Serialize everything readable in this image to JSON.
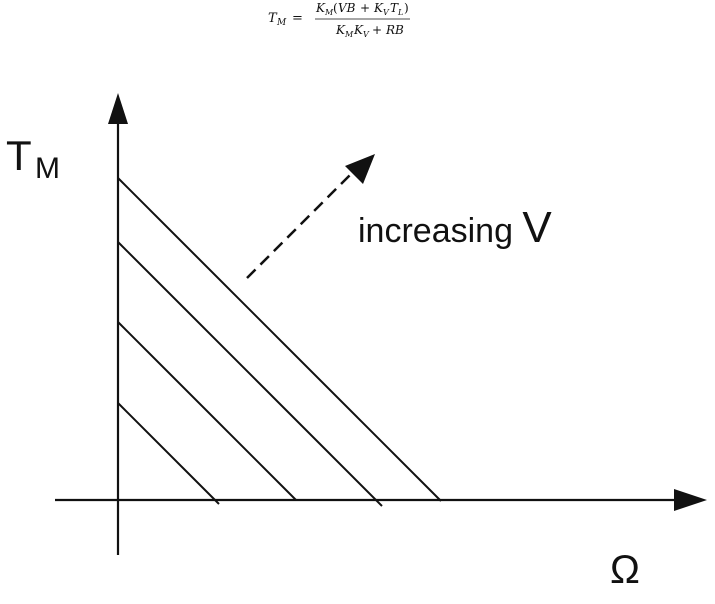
{
  "formula": {
    "lhs": "T",
    "lhs_sub": "M",
    "equals": "=",
    "numerator": "K_M(VB + K_V T_L)",
    "denominator": "K_M K_V + RB"
  },
  "axes": {
    "y_label_main": "T",
    "y_label_sub": "M",
    "x_label": "Ω"
  },
  "annotation": {
    "text_prefix": "increasing ",
    "text_var": "V"
  },
  "lines": {
    "count": 4,
    "style": "solid",
    "direction_arrow": "dashed"
  },
  "colors": {
    "ink": "#111111",
    "background": "#ffffff"
  }
}
